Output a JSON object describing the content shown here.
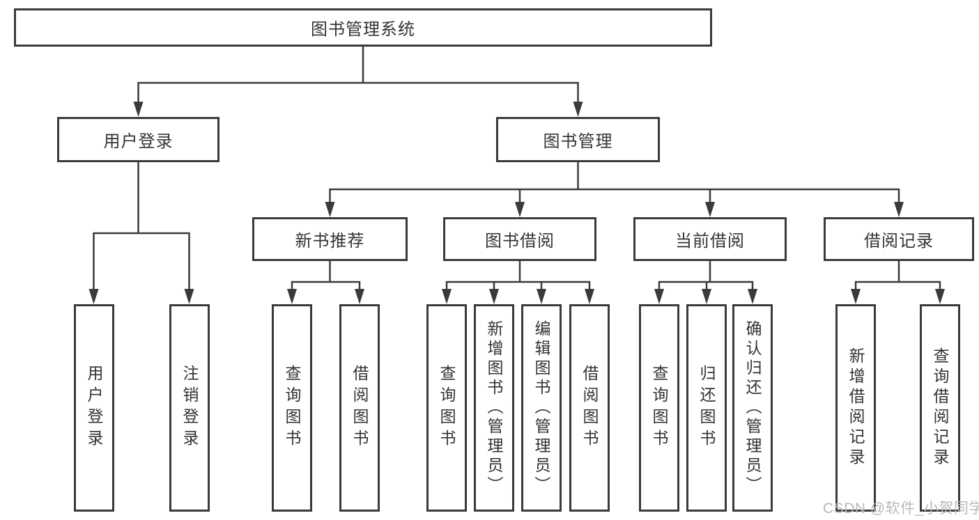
{
  "tree": {
    "root": {
      "label": "图书管理系统"
    },
    "login": {
      "label": "用户登录",
      "children": [
        {
          "label": "用户登录"
        },
        {
          "label": "注销登录"
        }
      ]
    },
    "mgmt": {
      "label": "图书管理",
      "children": [
        {
          "label": "新书推荐",
          "children": [
            {
              "label": "查询图书"
            },
            {
              "label": "借阅图书"
            }
          ]
        },
        {
          "label": "图书借阅",
          "children": [
            {
              "label": "查询图书"
            },
            {
              "label": "新增图书（管理员）"
            },
            {
              "label": "编辑图书（管理员）"
            },
            {
              "label": "借阅图书"
            }
          ]
        },
        {
          "label": "当前借阅",
          "children": [
            {
              "label": "查询图书"
            },
            {
              "label": "归还图书"
            },
            {
              "label": "确认归还（管理员）"
            }
          ]
        },
        {
          "label": "借阅记录",
          "children": [
            {
              "label": "新增借阅记录"
            },
            {
              "label": "查询借阅记录"
            }
          ]
        }
      ]
    },
    "line_color": "#3a3a3a",
    "text_color": "#333333",
    "box_background": "#ffffff"
  },
  "watermark": {
    "text": "CSDN @软件_小贺同学",
    "color": "#b9b9b9"
  }
}
